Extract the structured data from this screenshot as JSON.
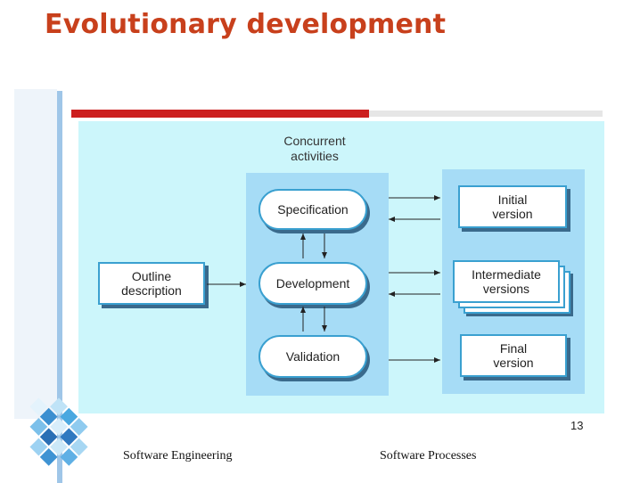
{
  "slide": {
    "title": "Evolutionary development",
    "page_number": "13",
    "footer_left": "Software Engineering",
    "footer_right": "Software Processes"
  },
  "diagram": {
    "concurrent_label": "Concurrent\nactivities",
    "outline": "Outline\ndescription",
    "activities": {
      "specification": "Specification",
      "development": "Development",
      "validation": "Validation"
    },
    "versions": {
      "initial": "Initial\nversion",
      "intermediate": "Intermediate\nversions",
      "final": "Final\nversion"
    }
  },
  "colors": {
    "title": "#c8401c",
    "diagram_background": "#ccf6fb",
    "panel": "#a6dcf6",
    "box_border": "#3aa0d0",
    "accent_bar": "#cc1f1f"
  }
}
